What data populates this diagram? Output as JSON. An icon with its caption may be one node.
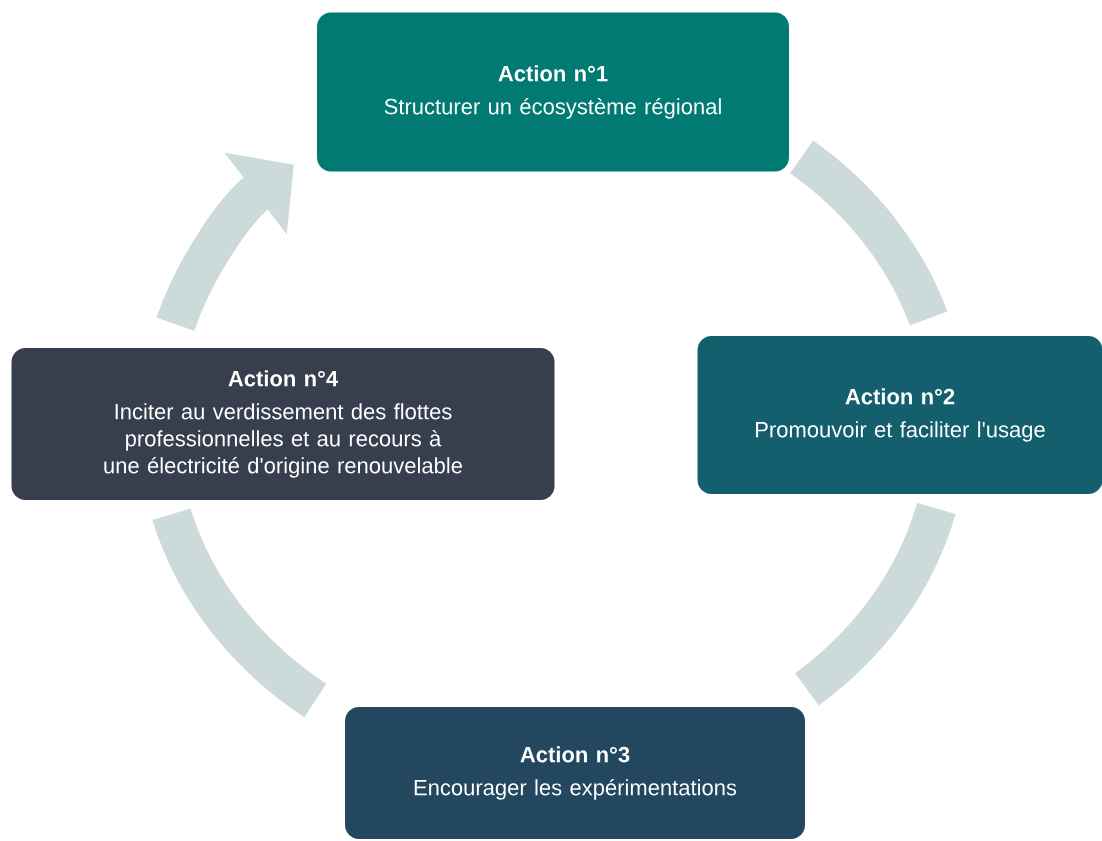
{
  "diagram": {
    "nodes": [
      {
        "text": [
          "Action n°1",
          "Structurer un écosystème régional"
        ]
      },
      {
        "text": [
          "Action n°2",
          "Promouvoir et faciliter l'usage"
        ]
      },
      {
        "text": [
          "Action n°3",
          "Encourager les expérimentations"
        ]
      },
      {
        "text": [
          "Action n°4",
          "Inciter au verdissement des flottes professionnelles et au recours à une électricité d'origine renouvelable"
        ]
      }
    ],
    "edges": [
      {
        "from": 0,
        "to": 1,
        "arrow": "none"
      },
      {
        "from": 1,
        "to": 2,
        "arrow": "none"
      },
      {
        "from": 2,
        "to": 3,
        "arrow": "none"
      },
      {
        "from": 3,
        "to": 0,
        "arrow": "to"
      }
    ]
  }
}
